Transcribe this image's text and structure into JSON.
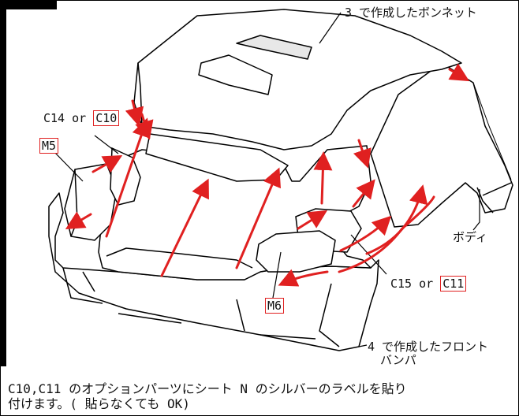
{
  "labels": {
    "hood": "3 で作成したボンネット",
    "c14_prefix": "C14 or",
    "c10": "C10",
    "m5": "M5",
    "body": "ボディ",
    "c15_prefix": "C15 or",
    "c11": "C11",
    "m6": "M6",
    "bumper_line1": "4 で作成したフロント",
    "bumper_line2": "バンパ"
  },
  "caption": {
    "line1": "C10,C11 のオプションパーツにシート N のシルバーのラベルを貼り",
    "line2": "付けます。( 貼らなくても OK)"
  },
  "colors": {
    "arrow": "#e02020",
    "outline": "#000000",
    "box": "#e02020"
  }
}
